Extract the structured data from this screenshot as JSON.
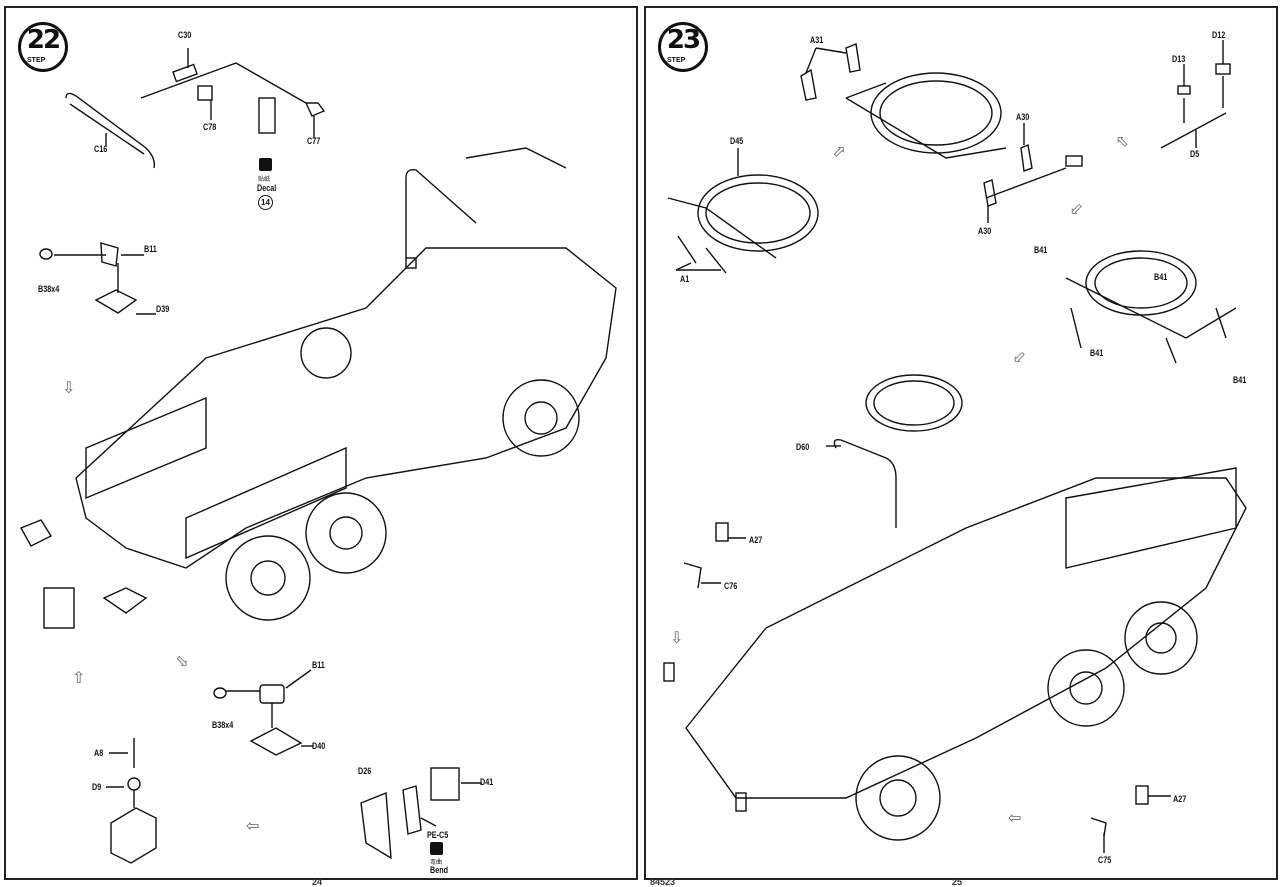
{
  "left_page": {
    "step": {
      "number": "22",
      "word": "STEP"
    },
    "labels": {
      "c30": "C30",
      "c16": "C16",
      "c78": "C78",
      "c77": "C77",
      "b11_top": "B11",
      "b38_top": "B38x4",
      "d39": "D39",
      "b11_bottom": "B11",
      "b38_bottom": "B38x4",
      "d40": "D40",
      "a8": "A8",
      "d9": "D9",
      "d26": "D26",
      "d41": "D41",
      "pe_c5": "PE-C5"
    },
    "decal": {
      "cn": "贴纸",
      "en": "Decal",
      "number": "14",
      "icon": "decal-icon"
    },
    "bend": {
      "cn": "弯曲",
      "en": "Bend",
      "icon": "bend-icon"
    },
    "page_number": "24"
  },
  "right_page": {
    "step": {
      "number": "23",
      "word": "STEP"
    },
    "labels": {
      "a31": "A31",
      "d45": "D45",
      "a1": "A1",
      "a30_top": "A30",
      "a30_bottom": "A30",
      "d13": "D13",
      "d12": "D12",
      "d5": "D5",
      "b41_a": "B41",
      "b41_b": "B41",
      "b41_c": "B41",
      "b41_d": "B41",
      "d60": "D60",
      "a27_left": "A27",
      "c76": "C76",
      "a27_right": "A27",
      "c75": "C75"
    },
    "page_code": "84523",
    "page_number": "25"
  }
}
